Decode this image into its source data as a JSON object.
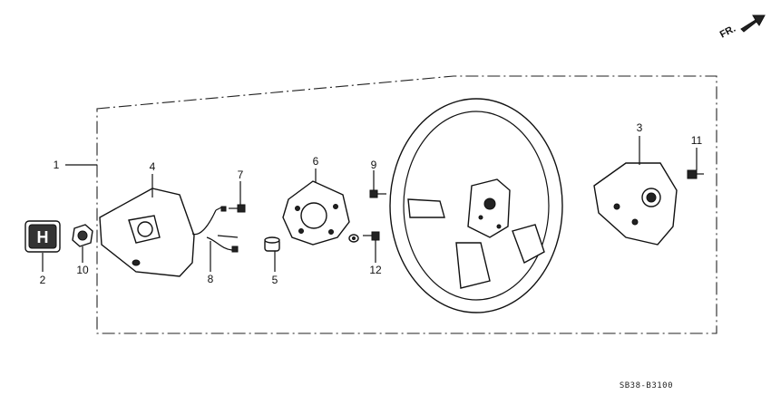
{
  "direction_label": "FR.",
  "diagram_code": "SB38-B3100",
  "callouts": [
    "1",
    "2",
    "3",
    "4",
    "5",
    "6",
    "7",
    "8",
    "9",
    "10",
    "11",
    "12"
  ],
  "emblem_letter": "H"
}
